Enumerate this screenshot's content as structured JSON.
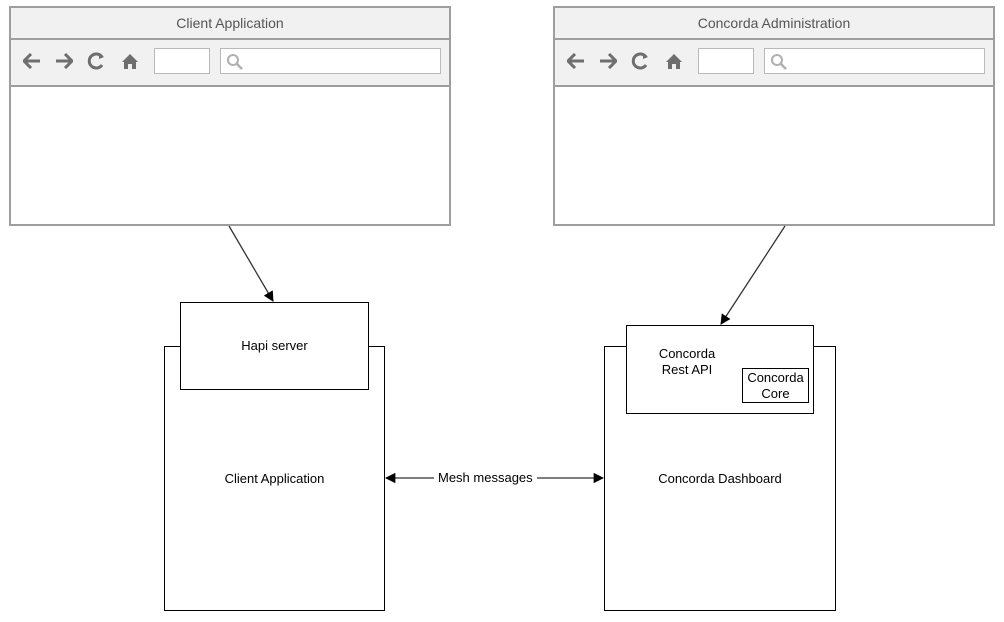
{
  "browsers": {
    "client": {
      "title": "Client Application"
    },
    "admin": {
      "title": "Concorda Administration"
    }
  },
  "nodes": {
    "hapi_server": "Hapi server",
    "client_app": "Client Application",
    "rest_api": "Concorda\nRest API",
    "core": "Concorda\nCore",
    "dashboard": "Concorda Dashboard"
  },
  "edges": {
    "mesh_label": "Mesh messages"
  },
  "colors": {
    "browser_frame": "#9e9e9e",
    "browser_chrome": "#f1f1f1",
    "nav_icon": "#6e6e6e",
    "edge": "#333333"
  },
  "icons": {
    "nav": [
      "back-arrow-icon",
      "forward-arrow-icon",
      "reload-icon",
      "home-icon"
    ],
    "search": "search-icon"
  }
}
